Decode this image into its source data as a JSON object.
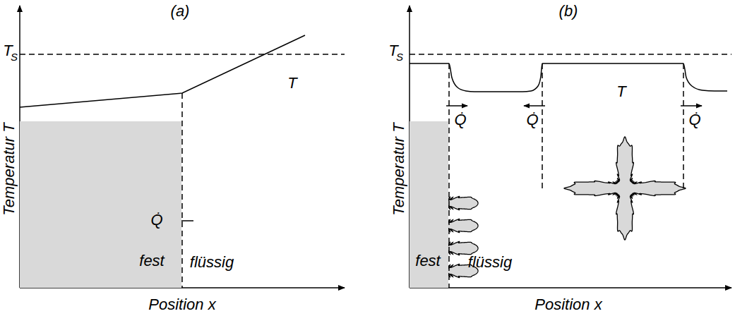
{
  "diagram": {
    "nodes": [
      {
        "text": [
          "fest"
        ]
      },
      {
        "text": [
          "fest"
        ]
      }
    ],
    "labels": [
      "(a)",
      "T",
      "S",
      "Temperatur T",
      "Position x",
      "T",
      "flüssig",
      "Q̇",
      "(b)",
      "T",
      "S",
      "Temperatur T",
      "Position x",
      "T",
      "flüssig",
      "Q̇",
      "Q̇",
      "Q̇"
    ]
  }
}
